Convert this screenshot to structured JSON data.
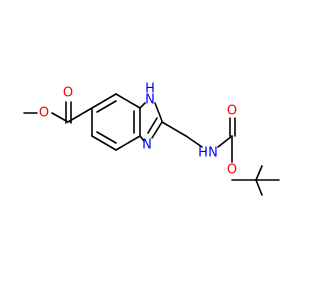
{
  "molecule": {
    "atoms": {
      "ester_o_single": "O",
      "ester_o_double": "O",
      "nh_ring": "H",
      "nh_ring_n": "N",
      "n_ring": "N",
      "carbamate_nh": "H",
      "carbamate_n": "N",
      "carbamate_o_double": "O",
      "carbamate_o_single": "O"
    },
    "colors": {
      "oxygen": "#ff0000",
      "nitrogen": "#0000ff",
      "bond": "#000000"
    }
  }
}
